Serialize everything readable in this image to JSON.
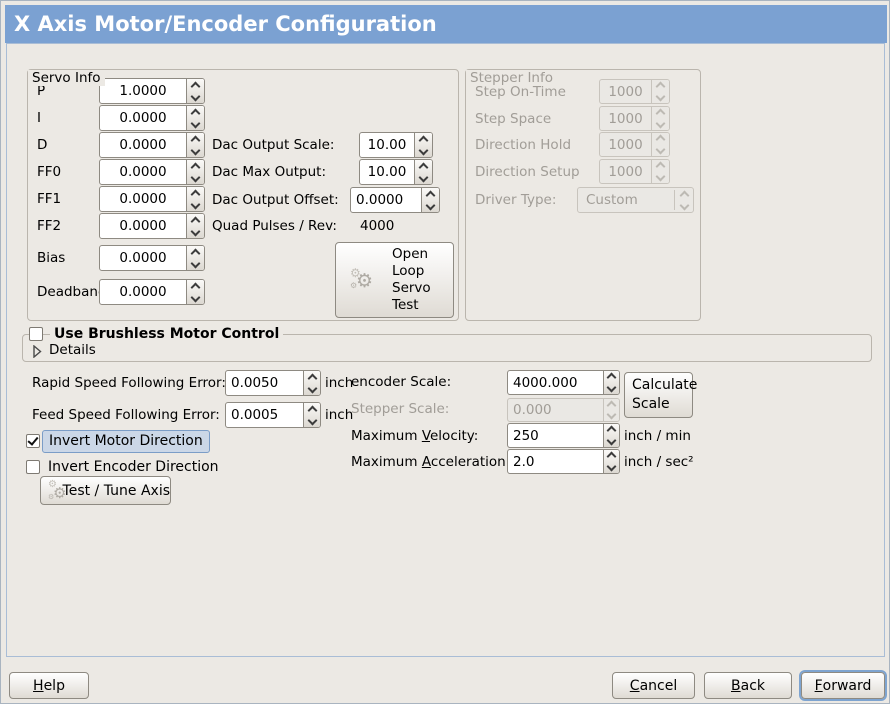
{
  "window": {
    "title": "X Axis Motor/Encoder Configuration"
  },
  "colors": {
    "titlebar_bg": "#7ba1d2",
    "focus_ring": "#7ea4d0",
    "selected_label_bg": "#cbd7e7",
    "selected_label_border": "#7b9dc7",
    "disabled_text": "#a19d97"
  },
  "servo_info": {
    "legend": "Servo Info",
    "fields": [
      {
        "label": "P",
        "value": "1.0000"
      },
      {
        "label": "I",
        "value": "0.0000"
      },
      {
        "label": "D",
        "value": "0.0000"
      },
      {
        "label": "FF0",
        "value": "0.0000"
      },
      {
        "label": "FF1",
        "value": "0.0000"
      },
      {
        "label": "FF2",
        "value": "0.0000"
      },
      {
        "label": "Bias",
        "value": "0.0000"
      },
      {
        "label": "Deadband",
        "value": "0.0000"
      }
    ],
    "dac": [
      {
        "label": "Dac Output Scale:",
        "value": "10.00"
      },
      {
        "label": "Dac Max Output:",
        "value": "10.00"
      },
      {
        "label": "Dac Output Offset:",
        "value": "0.0000"
      }
    ],
    "quad_label": "Quad Pulses / Rev:",
    "quad_value": "4000",
    "open_loop_lines": [
      "Open",
      "Loop",
      "Servo",
      "Test"
    ]
  },
  "stepper_info": {
    "legend": "Stepper Info",
    "fields": [
      {
        "label": "Step On-Time",
        "value": "1000"
      },
      {
        "label": "Step Space",
        "value": "1000"
      },
      {
        "label": "Direction Hold",
        "value": "1000"
      },
      {
        "label": "Direction Setup",
        "value": "1000"
      }
    ],
    "driver_type_label": "Driver Type:",
    "driver_type_value": "Custom"
  },
  "brushless": {
    "checkbox_label": "Use Brushless Motor Control",
    "details_label": "Details"
  },
  "following_error": {
    "rapid_label": "Rapid Speed Following Error:",
    "rapid_value": "0.0050",
    "rapid_unit": "inch",
    "feed_label": "Feed Speed Following Error:",
    "feed_value": "0.0005",
    "feed_unit": "inch"
  },
  "options": {
    "invert_motor_label": "Invert Motor Direction",
    "invert_encoder_label": "Invert Encoder Direction",
    "test_tune_button": "Test / Tune Axis"
  },
  "scale": {
    "encoder_label": "encoder Scale:",
    "encoder_value": "4000.000",
    "calculate_line1": "Calculate",
    "calculate_line2": "Scale",
    "stepper_label": "Stepper Scale:",
    "stepper_value": "0.000",
    "velocity_label": {
      "pre": "Maximum ",
      "m": "V",
      "rest": "elocity:"
    },
    "velocity_value": "250",
    "velocity_unit": "inch / min",
    "accel_label": {
      "pre": "Maximum ",
      "m": "A",
      "rest": "cceleration:"
    },
    "accel_value": "2.0",
    "accel_unit": "inch / sec²"
  },
  "actions": {
    "help": {
      "m": "H",
      "rest": "elp"
    },
    "cancel": {
      "m": "C",
      "rest": "ancel"
    },
    "back": {
      "m": "B",
      "rest": "ack"
    },
    "forward": {
      "m": "F",
      "rest": "orward"
    }
  }
}
